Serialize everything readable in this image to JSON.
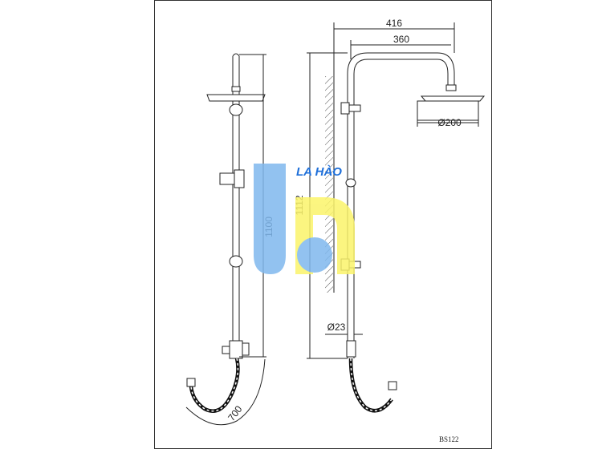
{
  "dimensions": {
    "outer_width": "416",
    "arm_length": "360",
    "head_diameter": "Ø200",
    "front_height": "1100",
    "side_height": "1112",
    "pipe_diameter": "Ø23",
    "hose_length": "700"
  },
  "model_code": "BS122",
  "watermark": {
    "text": "LA HÀO",
    "colors": {
      "blue": "#7fb8ee",
      "yellow": "#fbf46a"
    }
  }
}
